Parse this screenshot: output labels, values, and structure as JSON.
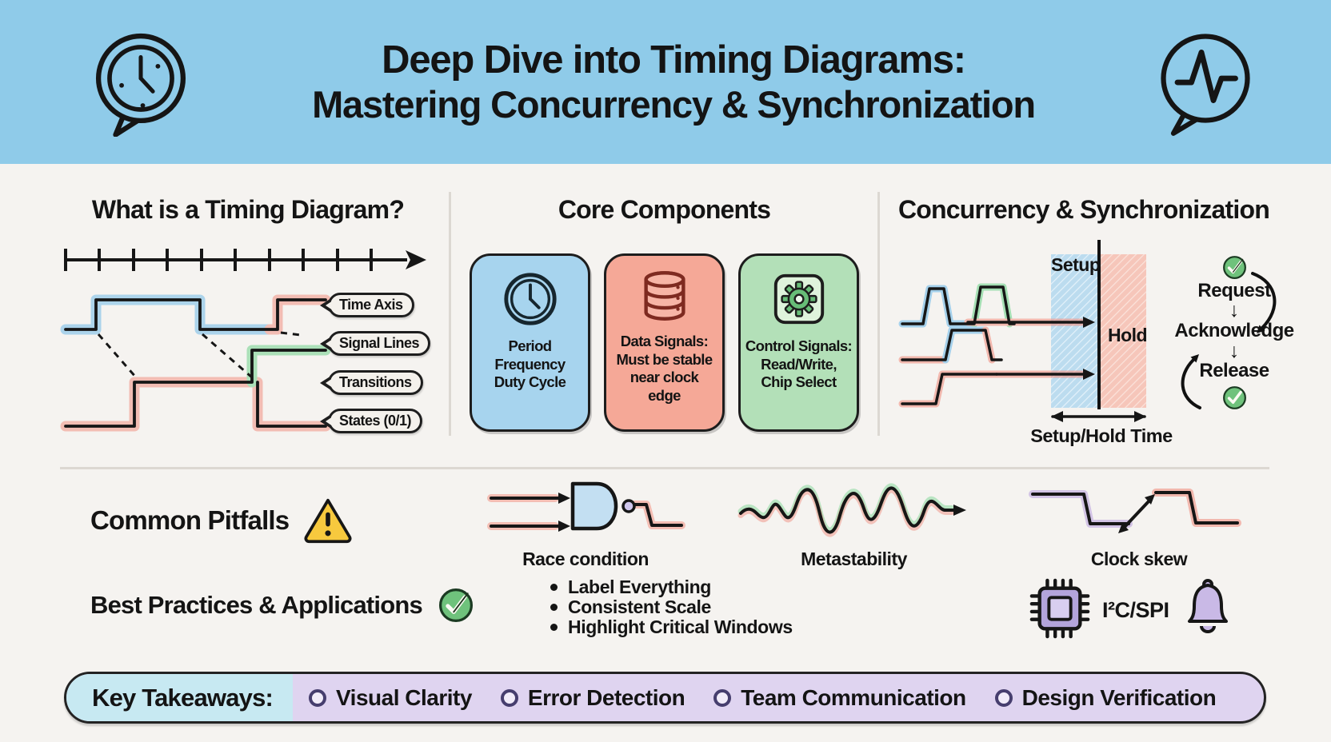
{
  "header": {
    "title_line1": "Deep Dive into Timing Diagrams:",
    "title_line2": "Mastering Concurrency & Synchronization",
    "left_icon": "clock-speech-bubble-icon",
    "right_icon": "pulse-speech-bubble-icon",
    "bg_color": "#8FCBE9"
  },
  "what_section": {
    "title": "What is a Timing Diagram?",
    "callouts": [
      "Time Axis",
      "Signal Lines",
      "Transitions",
      "States (0/1)"
    ]
  },
  "core_section": {
    "title": "Core Components",
    "cards": [
      {
        "icon": "clock-icon",
        "color": "#A7D4EE",
        "text": "Period\nFrequency\nDuty Cycle"
      },
      {
        "icon": "database-icon",
        "color": "#F5A897",
        "text": "Data Signals:\nMust be stable\nnear clock\nedge"
      },
      {
        "icon": "gear-icon",
        "color": "#B3E0B8",
        "text": "Control Signals:\nRead/Write,\nChip Select"
      }
    ]
  },
  "concurrency_section": {
    "title": "Concurrency & Synchronization",
    "setup_label": "Setup",
    "hold_label": "Hold",
    "range_label": "Setup/Hold Time",
    "handshake_steps": [
      "Request",
      "Acknowledge",
      "Release"
    ],
    "arrow_down": "↓",
    "check_icon": "check-circle-icon"
  },
  "pitfalls_section": {
    "title": "Common Pitfalls",
    "warning_icon": "warning-triangle-icon",
    "items": [
      {
        "icon": "nand-gate-icon",
        "label": "Race condition"
      },
      {
        "icon": "noisy-signal-icon",
        "label": "Metastability"
      },
      {
        "icon": "skewed-clock-icon",
        "label": "Clock skew"
      }
    ]
  },
  "practices_section": {
    "title": "Best Practices & Applications",
    "check_icon": "check-circle-icon",
    "bullets": [
      "Label Everything",
      "Consistent Scale",
      "Highlight Critical Windows"
    ],
    "chip_icon": "microchip-icon",
    "protocol_label": "I²C/SPI",
    "bell_icon": "bell-icon"
  },
  "takeaways_bar": {
    "title": "Key Takeaways:",
    "items": [
      "Visual Clarity",
      "Error Detection",
      "Team Communication",
      "Design Verification"
    ]
  },
  "colors": {
    "header_bg": "#8FCBE9",
    "body_bg": "#F5F3F0",
    "card_blue": "#A7D4EE",
    "card_salmon": "#F5A897",
    "card_green": "#B3E0B8",
    "glow_blue": "#6FB9E8",
    "glow_red": "#F09082",
    "glow_green": "#6FD28C",
    "glow_purple": "#BBA3DE",
    "setup_band": "#BCDCEF",
    "hold_band": "#F6C6BA",
    "takeaway_blue": "#C7E9F2",
    "takeaway_lavender": "#DFD4F0",
    "warning_yellow": "#F7C93E",
    "check_green": "#6FC27C",
    "chip_purple": "#B3A4DB"
  }
}
